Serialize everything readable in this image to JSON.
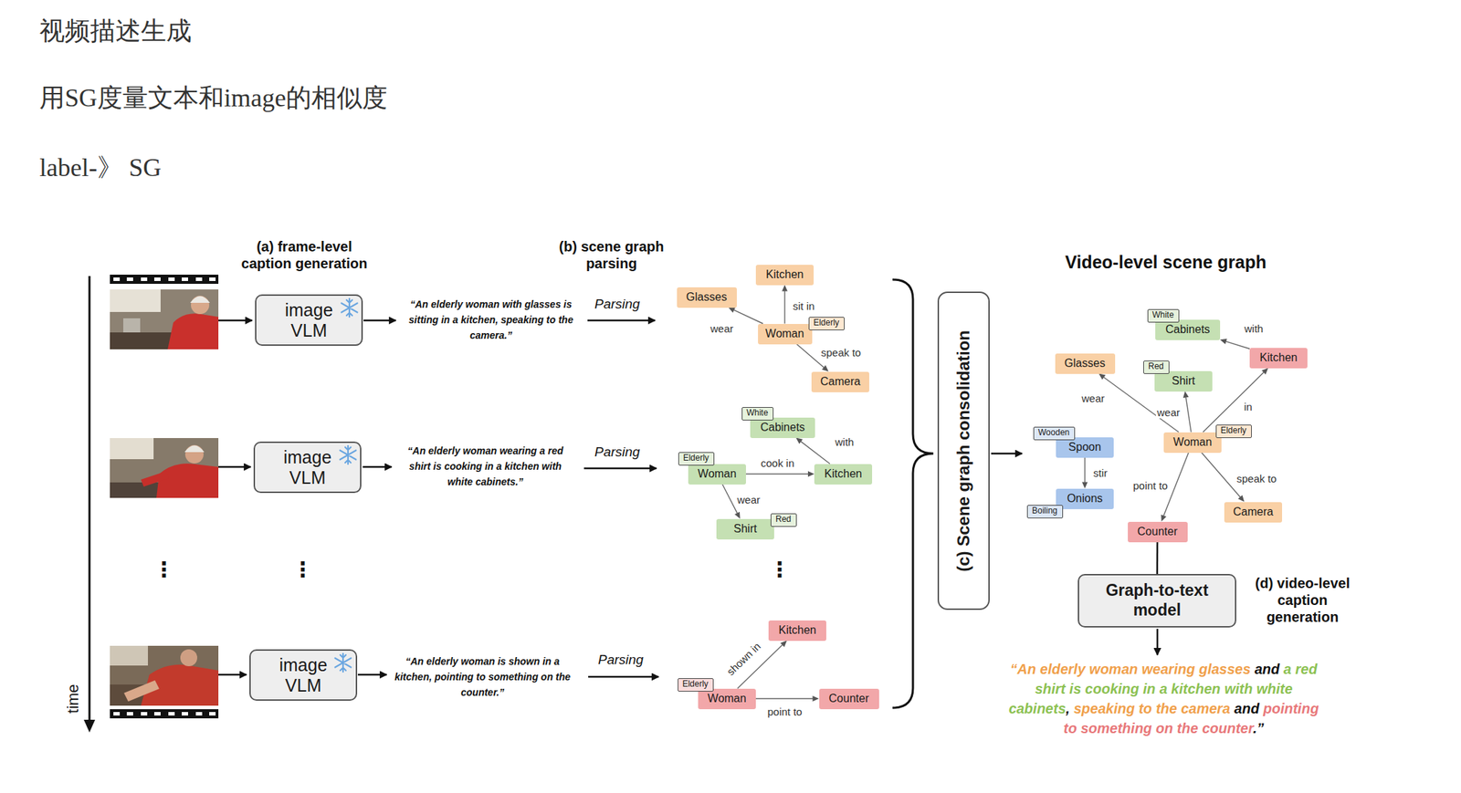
{
  "diagram": {
    "nodes": [
      {
        "text": [
          "image VLM"
        ]
      },
      {
        "text": [
          "Kitchen"
        ]
      },
      {
        "text": [
          "Glasses"
        ]
      },
      {
        "text": [
          "Woman"
        ]
      },
      {
        "text": [
          "Elderly"
        ]
      },
      {
        "text": [
          "Camera"
        ]
      },
      {
        "text": [
          "image VLM"
        ]
      },
      {
        "text": [
          "White"
        ]
      },
      {
        "text": [
          "Cabinets"
        ]
      },
      {
        "text": [
          "Elderly"
        ]
      },
      {
        "text": [
          "Woman"
        ]
      },
      {
        "text": [
          "Kitchen"
        ]
      },
      {
        "text": [
          "Shirt"
        ]
      },
      {
        "text": [
          "Red"
        ]
      },
      {
        "text": [
          "image VLM"
        ]
      },
      {
        "text": [
          "Kitchen"
        ]
      },
      {
        "text": [
          "Elderly"
        ]
      },
      {
        "text": [
          "Woman"
        ]
      },
      {
        "text": [
          "Counter"
        ]
      },
      {
        "text": [
          "(c) Scene graph consolidation"
        ]
      },
      {
        "text": [
          "White"
        ]
      },
      {
        "text": [
          "Cabinets"
        ]
      },
      {
        "text": [
          "Kitchen"
        ]
      },
      {
        "text": [
          "Glasses"
        ]
      },
      {
        "text": [
          "Red"
        ]
      },
      {
        "text": [
          "Shirt"
        ]
      },
      {
        "text": [
          "Wooden"
        ]
      },
      {
        "text": [
          "Spoon"
        ]
      },
      {
        "text": [
          "Woman"
        ]
      },
      {
        "text": [
          "Elderly"
        ]
      },
      {
        "text": [
          "Onions"
        ]
      },
      {
        "text": [
          "Boiling"
        ]
      },
      {
        "text": [
          "Camera"
        ]
      },
      {
        "text": [
          "Counter"
        ]
      },
      {
        "text": [
          "Graph-to-text model"
        ]
      }
    ],
    "edges": [
      {
        "from": 3,
        "to": 2,
        "label": "wear",
        "arrow": "to"
      },
      {
        "from": 3,
        "to": 1,
        "label": "sit in",
        "arrow": "to"
      },
      {
        "from": 3,
        "to": 5,
        "label": "speak to",
        "arrow": "to"
      },
      {
        "from": 10,
        "to": 11,
        "label": "cook in",
        "arrow": "to"
      },
      {
        "from": 11,
        "to": 8,
        "label": "with",
        "arrow": "to"
      },
      {
        "from": 10,
        "to": 12,
        "label": "wear",
        "arrow": "to"
      },
      {
        "from": 17,
        "to": 15,
        "label": "shown in",
        "arrow": "to"
      },
      {
        "from": 17,
        "to": 18,
        "label": "point to",
        "arrow": "to"
      },
      {
        "from": 22,
        "to": 21,
        "label": "with",
        "arrow": "to"
      },
      {
        "from": 28,
        "to": 23,
        "label": "wear",
        "arrow": "to"
      },
      {
        "from": 28,
        "to": 25,
        "label": "wear",
        "arrow": "to"
      },
      {
        "from": 28,
        "to": 22,
        "label": "in",
        "arrow": "to"
      },
      {
        "from": 27,
        "to": 30,
        "label": "stir",
        "arrow": "to"
      },
      {
        "from": 28,
        "to": 33,
        "label": "point to",
        "arrow": "to"
      },
      {
        "from": 28,
        "to": 32,
        "label": "speak to",
        "arrow": "to"
      },
      {
        "from": 33,
        "to": 34,
        "arrow": "none"
      }
    ],
    "labels": [
      "视频描述生成",
      "用SG度量文本和image的相似度",
      "label-》 SG",
      "(a) frame-level caption generation",
      "(b) scene graph parsing",
      "“An elderly woman with glasses is sitting in a kitchen, speaking to the camera.”",
      "Parsing",
      "“An elderly woman wearing a red shirt is cooking in a kitchen with white cabinets.”",
      "Parsing",
      "⋮",
      "⋮",
      "⋮",
      "“An elderly woman is shown in a kitchen, pointing to something on the counter.”",
      "Parsing",
      "time",
      "Video-level scene graph",
      "(d) video-level caption generation",
      "“An elderly woman wearing glasses",
      "and",
      "a red shirt is cooking in a kitchen with white cabinets",
      ",",
      "speaking to the camera",
      "and",
      "pointing to something on the counter",
      ".”"
    ]
  }
}
